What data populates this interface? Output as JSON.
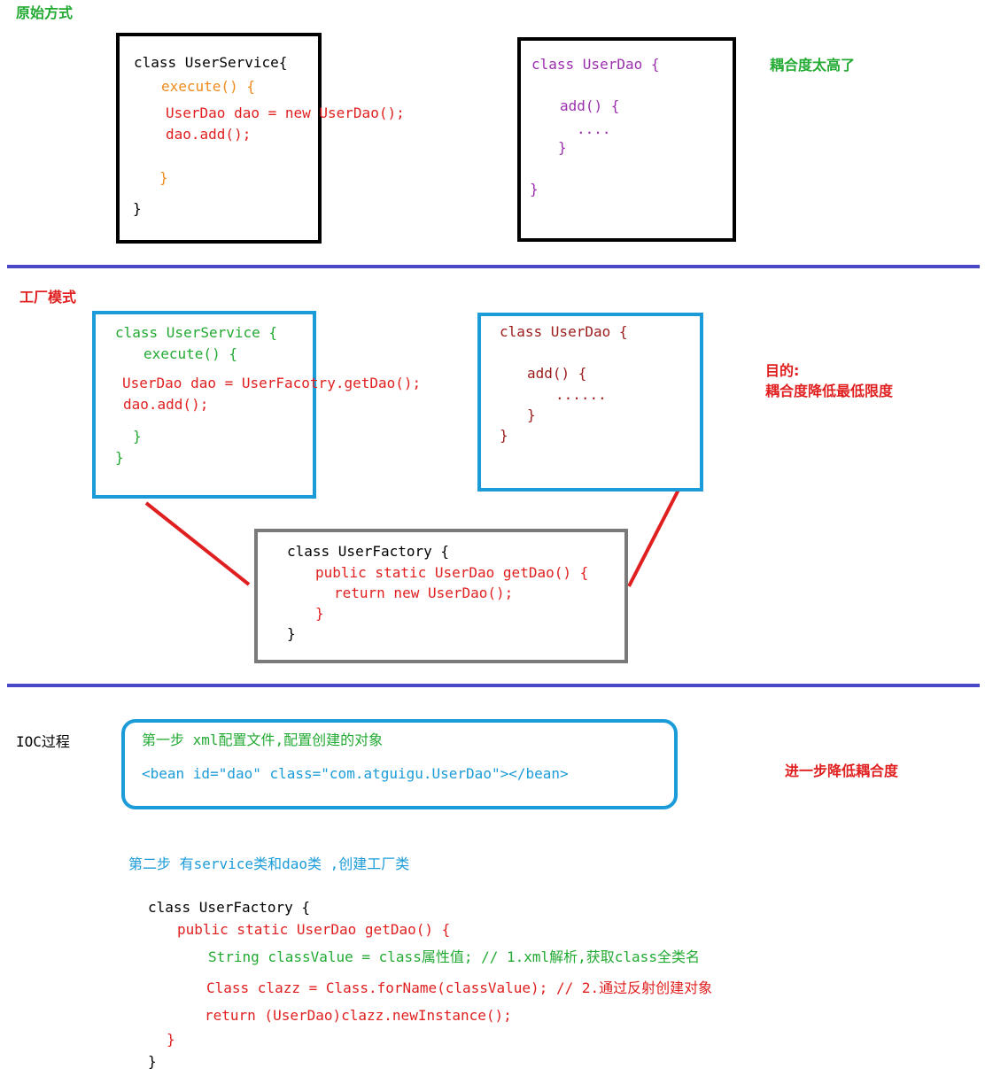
{
  "section1": {
    "title": "原始方式",
    "service": [
      "class UserService{",
      "execute() {",
      "UserDao dao = new UserDao();",
      "dao.add();",
      "}",
      "}"
    ],
    "dao": [
      "class UserDao {",
      "add() {",
      "....",
      "}",
      "}"
    ],
    "note": "耦合度太高了"
  },
  "section2": {
    "title": "工厂模式",
    "service": [
      "class UserService {",
      "execute() {",
      "UserDao dao = UserFacotry.getDao();",
      "dao.add();",
      "}",
      "}"
    ],
    "dao": [
      "class UserDao {",
      "add() {",
      "......",
      "}",
      "}"
    ],
    "factory": [
      "class UserFactory {",
      "public static UserDao getDao() {",
      "return new UserDao();",
      "}",
      "}"
    ],
    "note_title": "目的:",
    "note_body": "耦合度降低最低限度"
  },
  "section3": {
    "title": "IOC过程",
    "step1": "第一步 xml配置文件,配置创建的对象",
    "bean_xml": "<bean id=\"dao\" class=\"com.atguigu.UserDao\"></bean>",
    "note": "进一步降低耦合度",
    "step2": "第二步 有service类和dao类 ,创建工厂类",
    "code": [
      "class UserFactory {",
      "public static UserDao getDao() {",
      "String classValue = class属性值; // 1.xml解析,获取class全类名",
      "Class clazz = Class.forName(classValue); // 2.通过反射创建对象",
      "return (UserDao)clazz.newInstance();",
      "}",
      "}"
    ]
  },
  "colors": {
    "divider": "#4848c8",
    "box_black": "#000000",
    "box_blue": "#1b9bd8",
    "box_gray": "#7a7a7a",
    "connector": "#e02020"
  }
}
